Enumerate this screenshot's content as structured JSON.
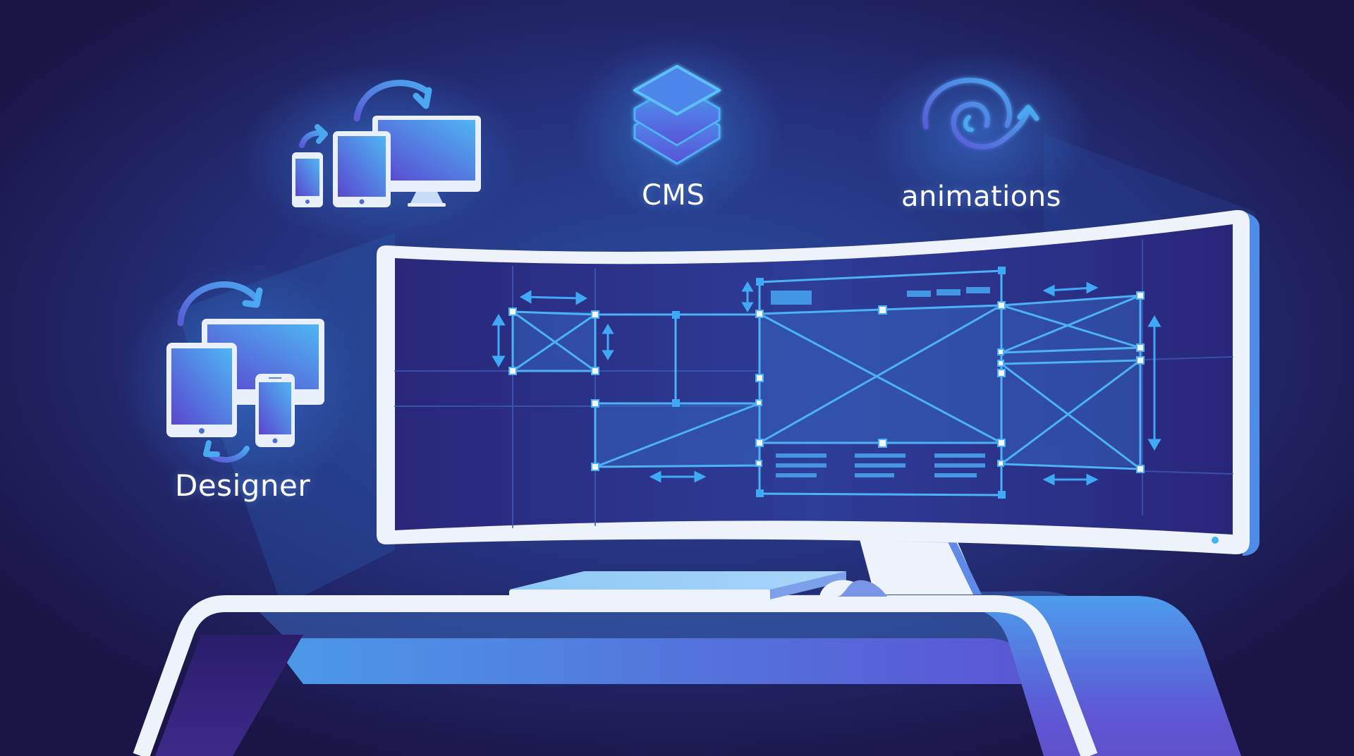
{
  "scene": {
    "description": "Illustration of a curved ultrawide monitor on a desk showing a wireframe web layout, with floating feature icons",
    "colors": {
      "background": "#1c1548",
      "background_glow": "#2b4a9e",
      "accent_blue": "#3fa9f5",
      "wire_blue": "#4cb2f5",
      "bezel_white": "#eef2fb",
      "screen_dark": "#2a2878",
      "desk_gradient_top": "#4a9cec",
      "desk_gradient_bottom": "#5c4fd0",
      "label_text": "#ffffff"
    }
  },
  "features": [
    {
      "id": "responsive",
      "icon": "responsive-devices-icon",
      "label": ""
    },
    {
      "id": "cms",
      "icon": "stacked-layers-icon",
      "label": "CMS"
    },
    {
      "id": "animations",
      "icon": "spiral-arrow-icon",
      "label": "animations"
    },
    {
      "id": "designer",
      "icon": "multi-device-sync-icon",
      "label": "Designer"
    }
  ],
  "monitor": {
    "type": "curved-ultrawide",
    "screen_content": "wireframe-layout",
    "power_led_color": "#3fb5f5"
  },
  "desk": {
    "items": [
      "keyboard",
      "mouse"
    ]
  }
}
